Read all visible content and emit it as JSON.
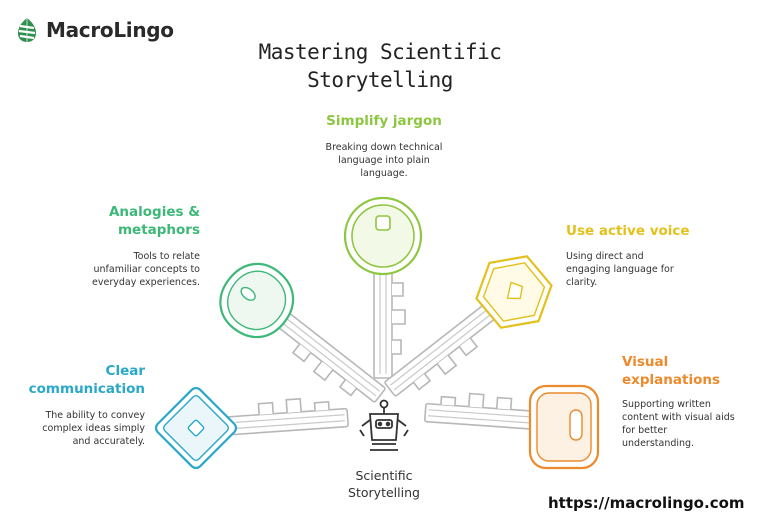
{
  "brand": {
    "name": "MacroLingo",
    "url": "https://macrolingo.com"
  },
  "title": {
    "line1": "Mastering Scientific",
    "line2": "Storytelling"
  },
  "center": {
    "line1": "Scientific",
    "line2": "Storytelling",
    "icon": "robot-icon"
  },
  "keys": [
    {
      "id": "clear",
      "heading_line1": "Clear",
      "heading_line2": "communication",
      "desc": [
        "The ability to convey",
        "complex ideas simply",
        "and accurately."
      ],
      "color": "#29a8c9"
    },
    {
      "id": "analogies",
      "heading_line1": "Analogies &",
      "heading_line2": "metaphors",
      "desc": [
        "Tools to relate",
        "unfamiliar concepts to",
        "everyday experiences."
      ],
      "color": "#3cb878"
    },
    {
      "id": "jargon",
      "heading_line1": "Simplify jargon",
      "desc": [
        "Breaking down technical",
        "language into plain",
        "language."
      ],
      "color": "#8dc63f"
    },
    {
      "id": "active",
      "heading_line1": "Use active voice",
      "desc": [
        "Using direct and",
        "engaging language for",
        "clarity."
      ],
      "color": "#e3c11a"
    },
    {
      "id": "visual",
      "heading_line1": "Visual",
      "heading_line2": "explanations",
      "desc": [
        "Supporting written",
        "content with visual aids",
        "for better",
        "understanding."
      ],
      "color": "#ec8a2c"
    }
  ]
}
